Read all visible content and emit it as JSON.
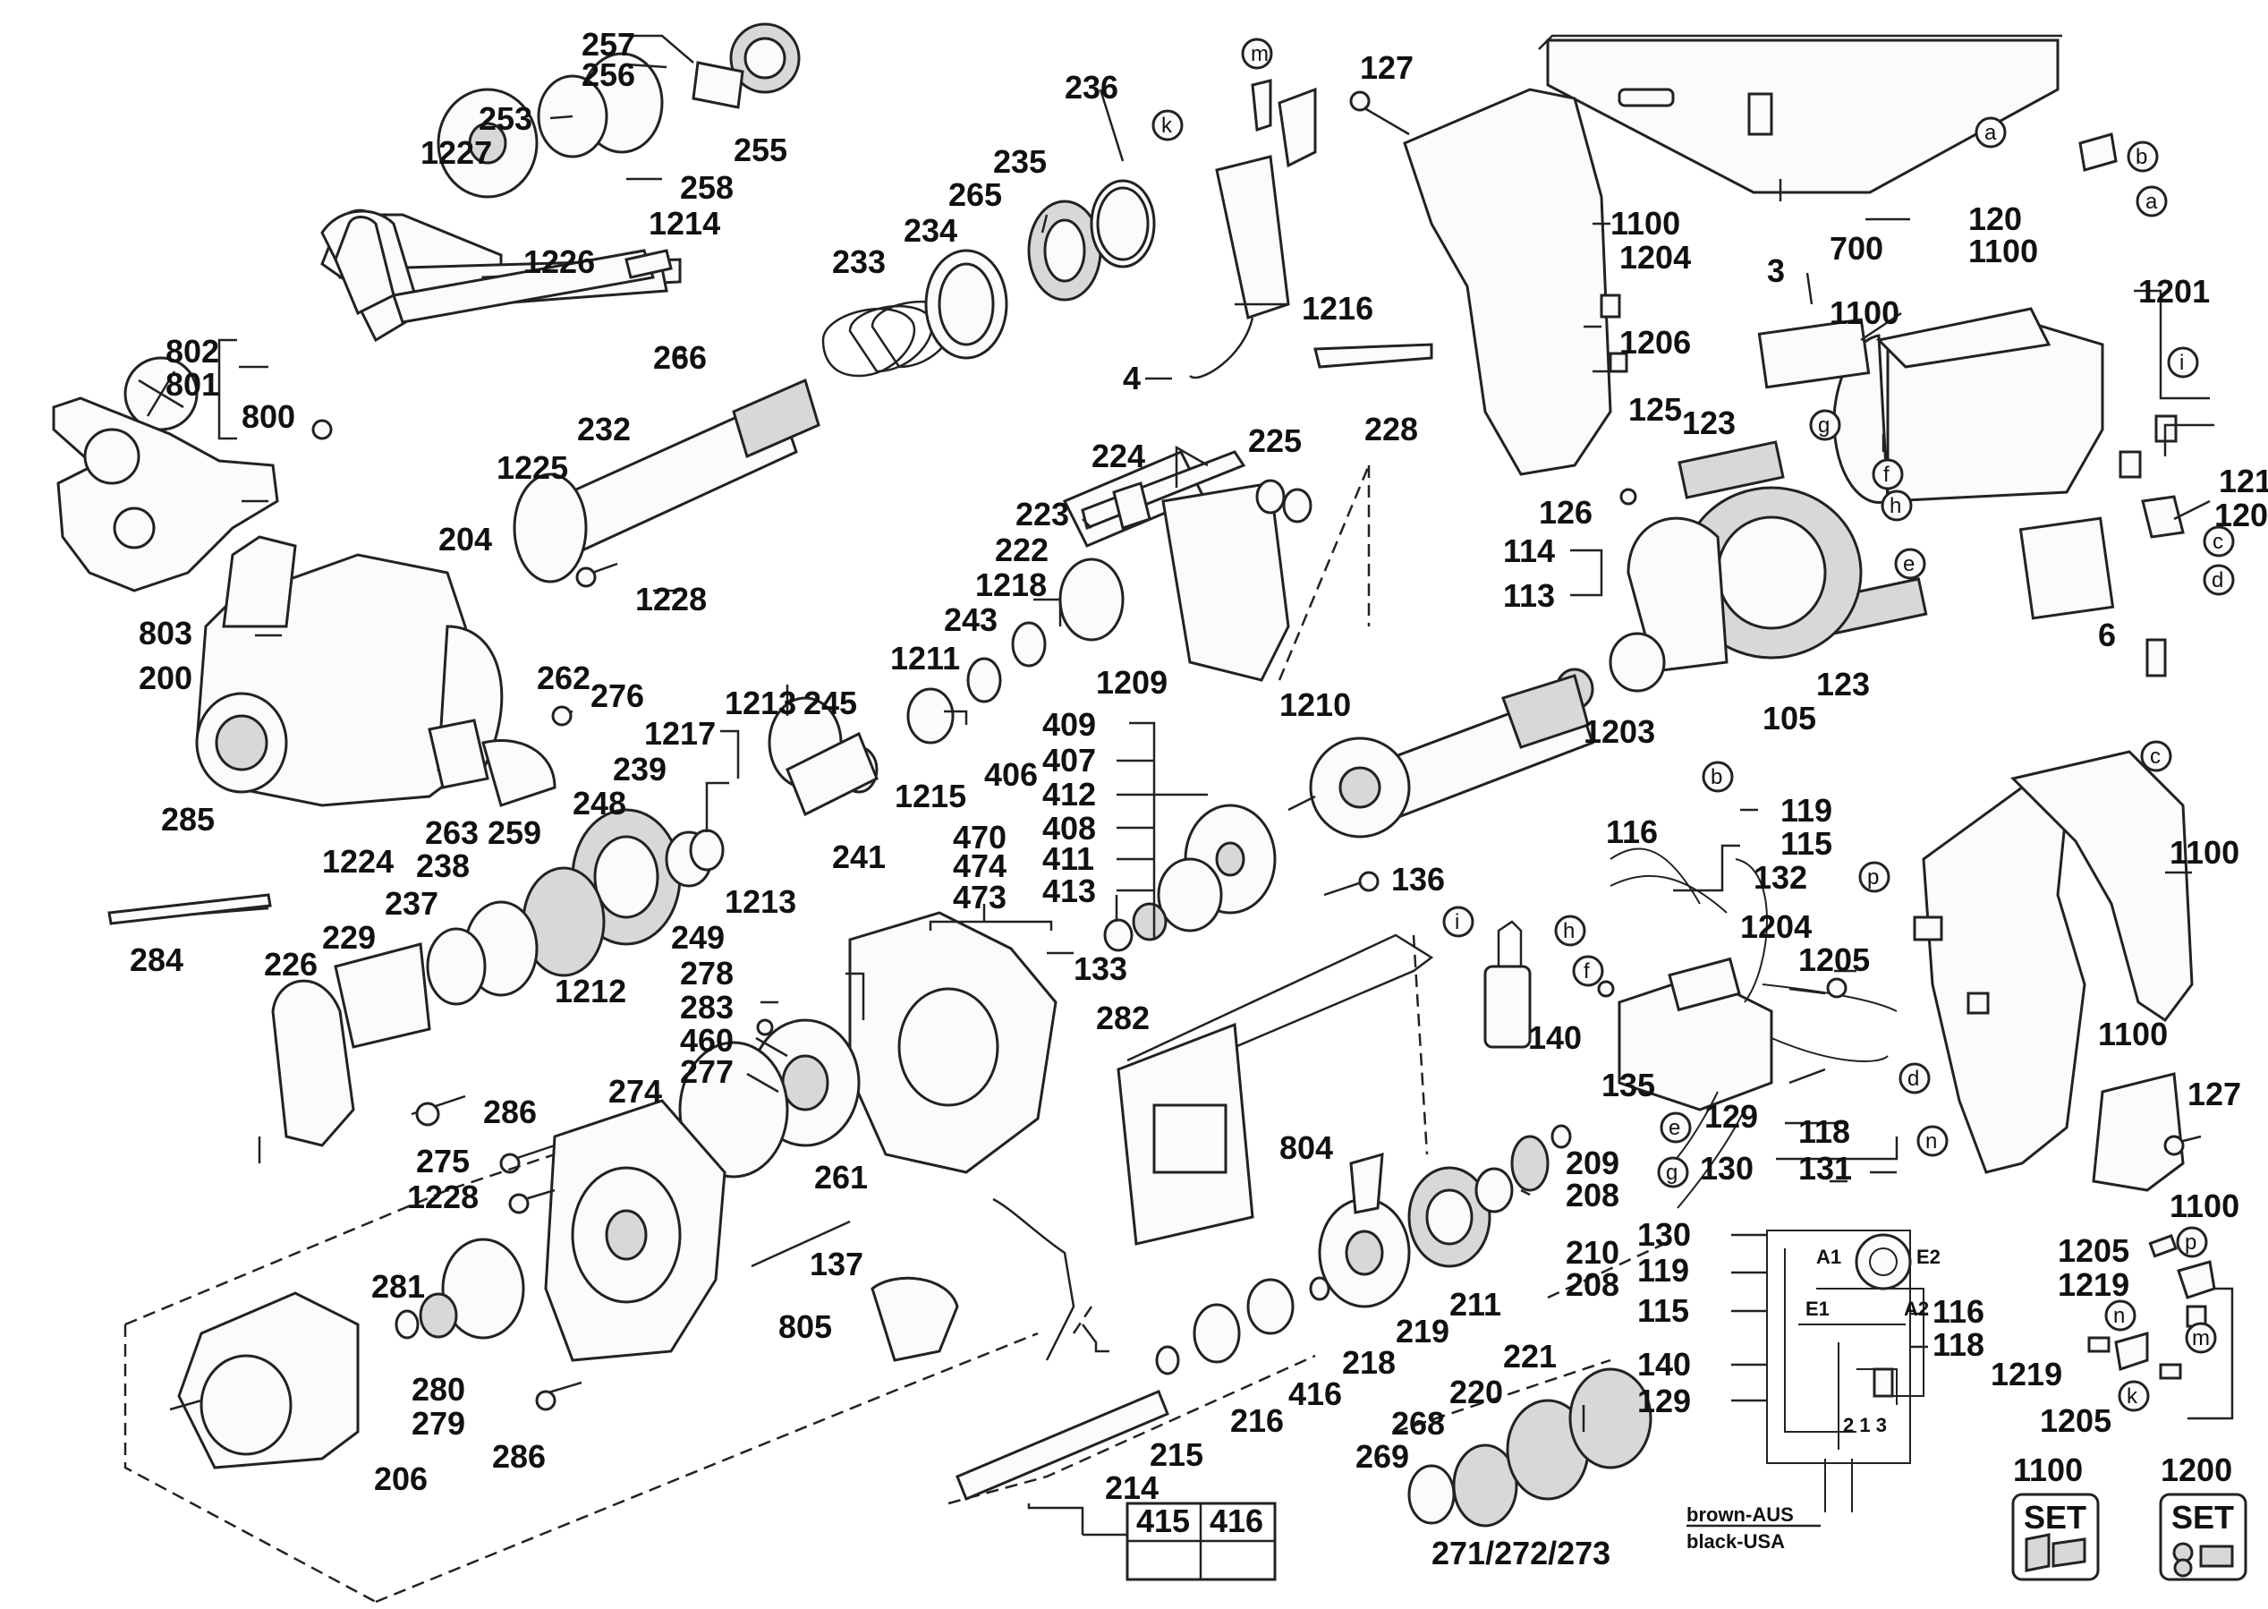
{
  "diagram": {
    "callouts": [
      {
        "id": "257",
        "text": "257"
      },
      {
        "id": "256",
        "text": "256"
      },
      {
        "id": "255",
        "text": "255"
      },
      {
        "id": "253",
        "text": "253"
      },
      {
        "id": "1227",
        "text": "1227"
      },
      {
        "id": "258",
        "text": "258"
      },
      {
        "id": "1214",
        "text": "1214"
      },
      {
        "id": "1226",
        "text": "1226"
      },
      {
        "id": "236",
        "text": "236"
      },
      {
        "id": "235",
        "text": "235"
      },
      {
        "id": "265",
        "text": "265"
      },
      {
        "id": "234",
        "text": "234"
      },
      {
        "id": "233",
        "text": "233"
      },
      {
        "id": "266",
        "text": "266"
      },
      {
        "id": "232",
        "text": "232"
      },
      {
        "id": "1225",
        "text": "1225"
      },
      {
        "id": "204",
        "text": "204"
      },
      {
        "id": "1228a",
        "text": "1228"
      },
      {
        "id": "802",
        "text": "802"
      },
      {
        "id": "801",
        "text": "801"
      },
      {
        "id": "800",
        "text": "800"
      },
      {
        "id": "803",
        "text": "803"
      },
      {
        "id": "200",
        "text": "200"
      },
      {
        "id": "262",
        "text": "262"
      },
      {
        "id": "276",
        "text": "276"
      },
      {
        "id": "285",
        "text": "285"
      },
      {
        "id": "1224",
        "text": "1224"
      },
      {
        "id": "263",
        "text": "263"
      },
      {
        "id": "259",
        "text": "259"
      },
      {
        "id": "238",
        "text": "238"
      },
      {
        "id": "237",
        "text": "237"
      },
      {
        "id": "229",
        "text": "229"
      },
      {
        "id": "226",
        "text": "226"
      },
      {
        "id": "284",
        "text": "284"
      },
      {
        "id": "1212",
        "text": "1212"
      },
      {
        "id": "248",
        "text": "248"
      },
      {
        "id": "239",
        "text": "239"
      },
      {
        "id": "249",
        "text": "249"
      },
      {
        "id": "1213a",
        "text": "1213"
      },
      {
        "id": "1213b",
        "text": "1213"
      },
      {
        "id": "1217",
        "text": "1217"
      },
      {
        "id": "245",
        "text": "245"
      },
      {
        "id": "1211",
        "text": "1211"
      },
      {
        "id": "1215",
        "text": "1215"
      },
      {
        "id": "241",
        "text": "241"
      },
      {
        "id": "243",
        "text": "243"
      },
      {
        "id": "1218",
        "text": "1218"
      },
      {
        "id": "222",
        "text": "222"
      },
      {
        "id": "223",
        "text": "223"
      },
      {
        "id": "224",
        "text": "224"
      },
      {
        "id": "1209",
        "text": "1209"
      },
      {
        "id": "1210",
        "text": "1210"
      },
      {
        "id": "225",
        "text": "225"
      },
      {
        "id": "228",
        "text": "228"
      },
      {
        "id": "1216",
        "text": "1216"
      },
      {
        "id": "4",
        "text": "4"
      },
      {
        "id": "127a",
        "text": "127"
      },
      {
        "id": "1100a",
        "text": "1100"
      },
      {
        "id": "1204a",
        "text": "1204"
      },
      {
        "id": "1206",
        "text": "1206"
      },
      {
        "id": "125",
        "text": "125"
      },
      {
        "id": "126",
        "text": "126"
      },
      {
        "id": "700",
        "text": "700"
      },
      {
        "id": "120a",
        "text": "120"
      },
      {
        "id": "1100b",
        "text": "1100"
      },
      {
        "id": "1201",
        "text": "1201"
      },
      {
        "id": "3",
        "text": "3"
      },
      {
        "id": "1100c",
        "text": "1100"
      },
      {
        "id": "123a",
        "text": "123"
      },
      {
        "id": "121",
        "text": "121"
      },
      {
        "id": "120b",
        "text": "120"
      },
      {
        "id": "114",
        "text": "114"
      },
      {
        "id": "113",
        "text": "113"
      },
      {
        "id": "6",
        "text": "6"
      },
      {
        "id": "123b",
        "text": "123"
      },
      {
        "id": "105",
        "text": "105"
      },
      {
        "id": "1203",
        "text": "1203"
      },
      {
        "id": "409",
        "text": "409"
      },
      {
        "id": "407",
        "text": "407"
      },
      {
        "id": "406",
        "text": "406"
      },
      {
        "id": "412",
        "text": "412"
      },
      {
        "id": "408",
        "text": "408"
      },
      {
        "id": "411",
        "text": "411"
      },
      {
        "id": "413",
        "text": "413"
      },
      {
        "id": "470",
        "text": "470"
      },
      {
        "id": "474",
        "text": "474"
      },
      {
        "id": "473",
        "text": "473"
      },
      {
        "id": "136",
        "text": "136"
      },
      {
        "id": "133",
        "text": "133"
      },
      {
        "id": "282",
        "text": "282"
      },
      {
        "id": "278",
        "text": "278"
      },
      {
        "id": "283",
        "text": "283"
      },
      {
        "id": "460",
        "text": "460"
      },
      {
        "id": "277",
        "text": "277"
      },
      {
        "id": "274",
        "text": "274"
      },
      {
        "id": "286a",
        "text": "286"
      },
      {
        "id": "275",
        "text": "275"
      },
      {
        "id": "1228b",
        "text": "1228"
      },
      {
        "id": "261",
        "text": "261"
      },
      {
        "id": "137",
        "text": "137"
      },
      {
        "id": "281",
        "text": "281"
      },
      {
        "id": "280",
        "text": "280"
      },
      {
        "id": "279",
        "text": "279"
      },
      {
        "id": "286b",
        "text": "286"
      },
      {
        "id": "206",
        "text": "206"
      },
      {
        "id": "805",
        "text": "805"
      },
      {
        "id": "804",
        "text": "804"
      },
      {
        "id": "116a",
        "text": "116"
      },
      {
        "id": "119a",
        "text": "119"
      },
      {
        "id": "115a",
        "text": "115"
      },
      {
        "id": "132",
        "text": "132"
      },
      {
        "id": "1204b",
        "text": "1204"
      },
      {
        "id": "1205a",
        "text": "1205"
      },
      {
        "id": "140a",
        "text": "140"
      },
      {
        "id": "135",
        "text": "135"
      },
      {
        "id": "129a",
        "text": "129"
      },
      {
        "id": "118a",
        "text": "118"
      },
      {
        "id": "130a",
        "text": "130"
      },
      {
        "id": "131",
        "text": "131"
      },
      {
        "id": "1100d",
        "text": "1100"
      },
      {
        "id": "1100e",
        "text": "1100"
      },
      {
        "id": "127b",
        "text": "127"
      },
      {
        "id": "1100f",
        "text": "1100"
      },
      {
        "id": "209",
        "text": "209"
      },
      {
        "id": "208a",
        "text": "208"
      },
      {
        "id": "210",
        "text": "210"
      },
      {
        "id": "208b",
        "text": "208"
      },
      {
        "id": "211",
        "text": "211"
      },
      {
        "id": "219",
        "text": "219"
      },
      {
        "id": "218",
        "text": "218"
      },
      {
        "id": "416a",
        "text": "416"
      },
      {
        "id": "216",
        "text": "216"
      },
      {
        "id": "215",
        "text": "215"
      },
      {
        "id": "214",
        "text": "214"
      },
      {
        "id": "221",
        "text": "221"
      },
      {
        "id": "220",
        "text": "220"
      },
      {
        "id": "268",
        "text": "268"
      },
      {
        "id": "269",
        "text": "269"
      },
      {
        "id": "271",
        "text": "271/272/273"
      },
      {
        "id": "130b",
        "text": "130"
      },
      {
        "id": "119b",
        "text": "119"
      },
      {
        "id": "115b",
        "text": "115"
      },
      {
        "id": "140b",
        "text": "140"
      },
      {
        "id": "129b",
        "text": "129"
      },
      {
        "id": "116b",
        "text": "116"
      },
      {
        "id": "118b",
        "text": "118"
      },
      {
        "id": "1205b",
        "text": "1205"
      },
      {
        "id": "1219a",
        "text": "1219"
      },
      {
        "id": "1219b",
        "text": "1219"
      },
      {
        "id": "1205c",
        "text": "1205"
      },
      {
        "id": "1100g",
        "text": "1100"
      },
      {
        "id": "1200",
        "text": "1200"
      }
    ],
    "letters": {
      "a": "a",
      "b": "b",
      "c": "c",
      "d": "d",
      "e": "e",
      "f": "f",
      "g": "g",
      "h": "h",
      "i": "i",
      "k": "k",
      "m": "m",
      "n": "n",
      "p": "p"
    },
    "box_415": "415",
    "box_416": "416",
    "wiring": {
      "a1": "A1",
      "e2": "E2",
      "e1": "E1",
      "a2": "A2",
      "terms": "2 1 3"
    },
    "color_note_1": "brown-AUS",
    "color_note_2": "black-USA",
    "set_1": "SET",
    "set_2": "SET"
  }
}
